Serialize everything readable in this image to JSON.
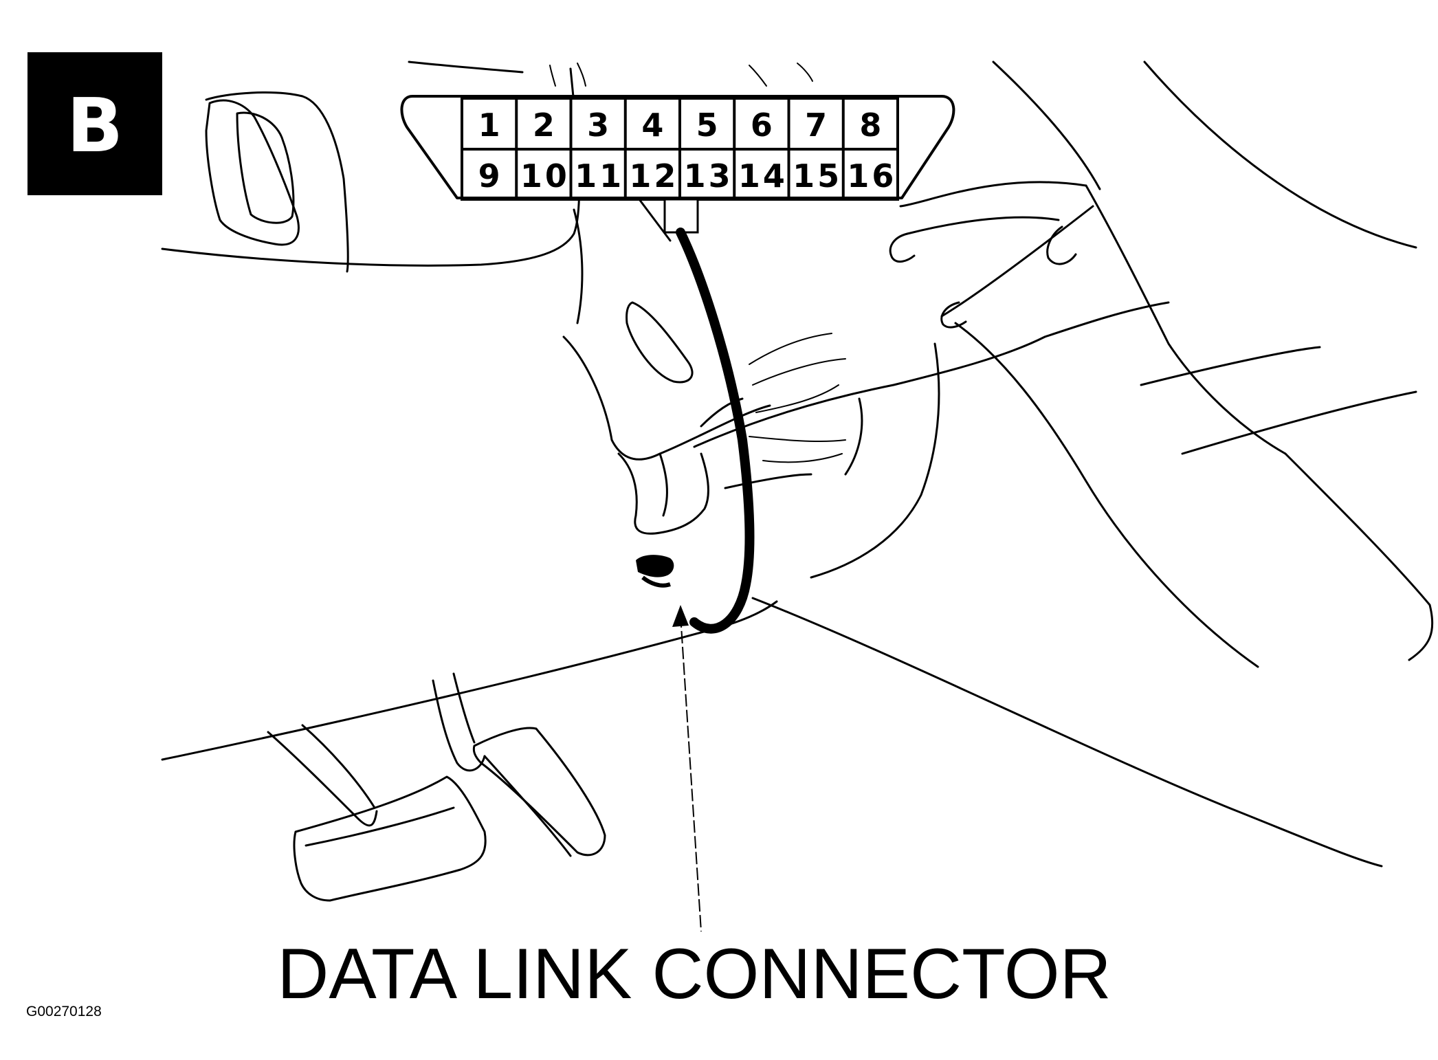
{
  "badge": {
    "letter": "B"
  },
  "connector": {
    "pins_top": [
      "1",
      "2",
      "3",
      "4",
      "5",
      "6",
      "7",
      "8"
    ],
    "pins_bottom": [
      "9",
      "10",
      "11",
      "12",
      "13",
      "14",
      "15",
      "16"
    ]
  },
  "callout": {
    "label": "DATA LINK CONNECTOR"
  },
  "figure_code": "G00270128",
  "colors": {
    "ink": "#000000",
    "paper": "#ffffff"
  }
}
